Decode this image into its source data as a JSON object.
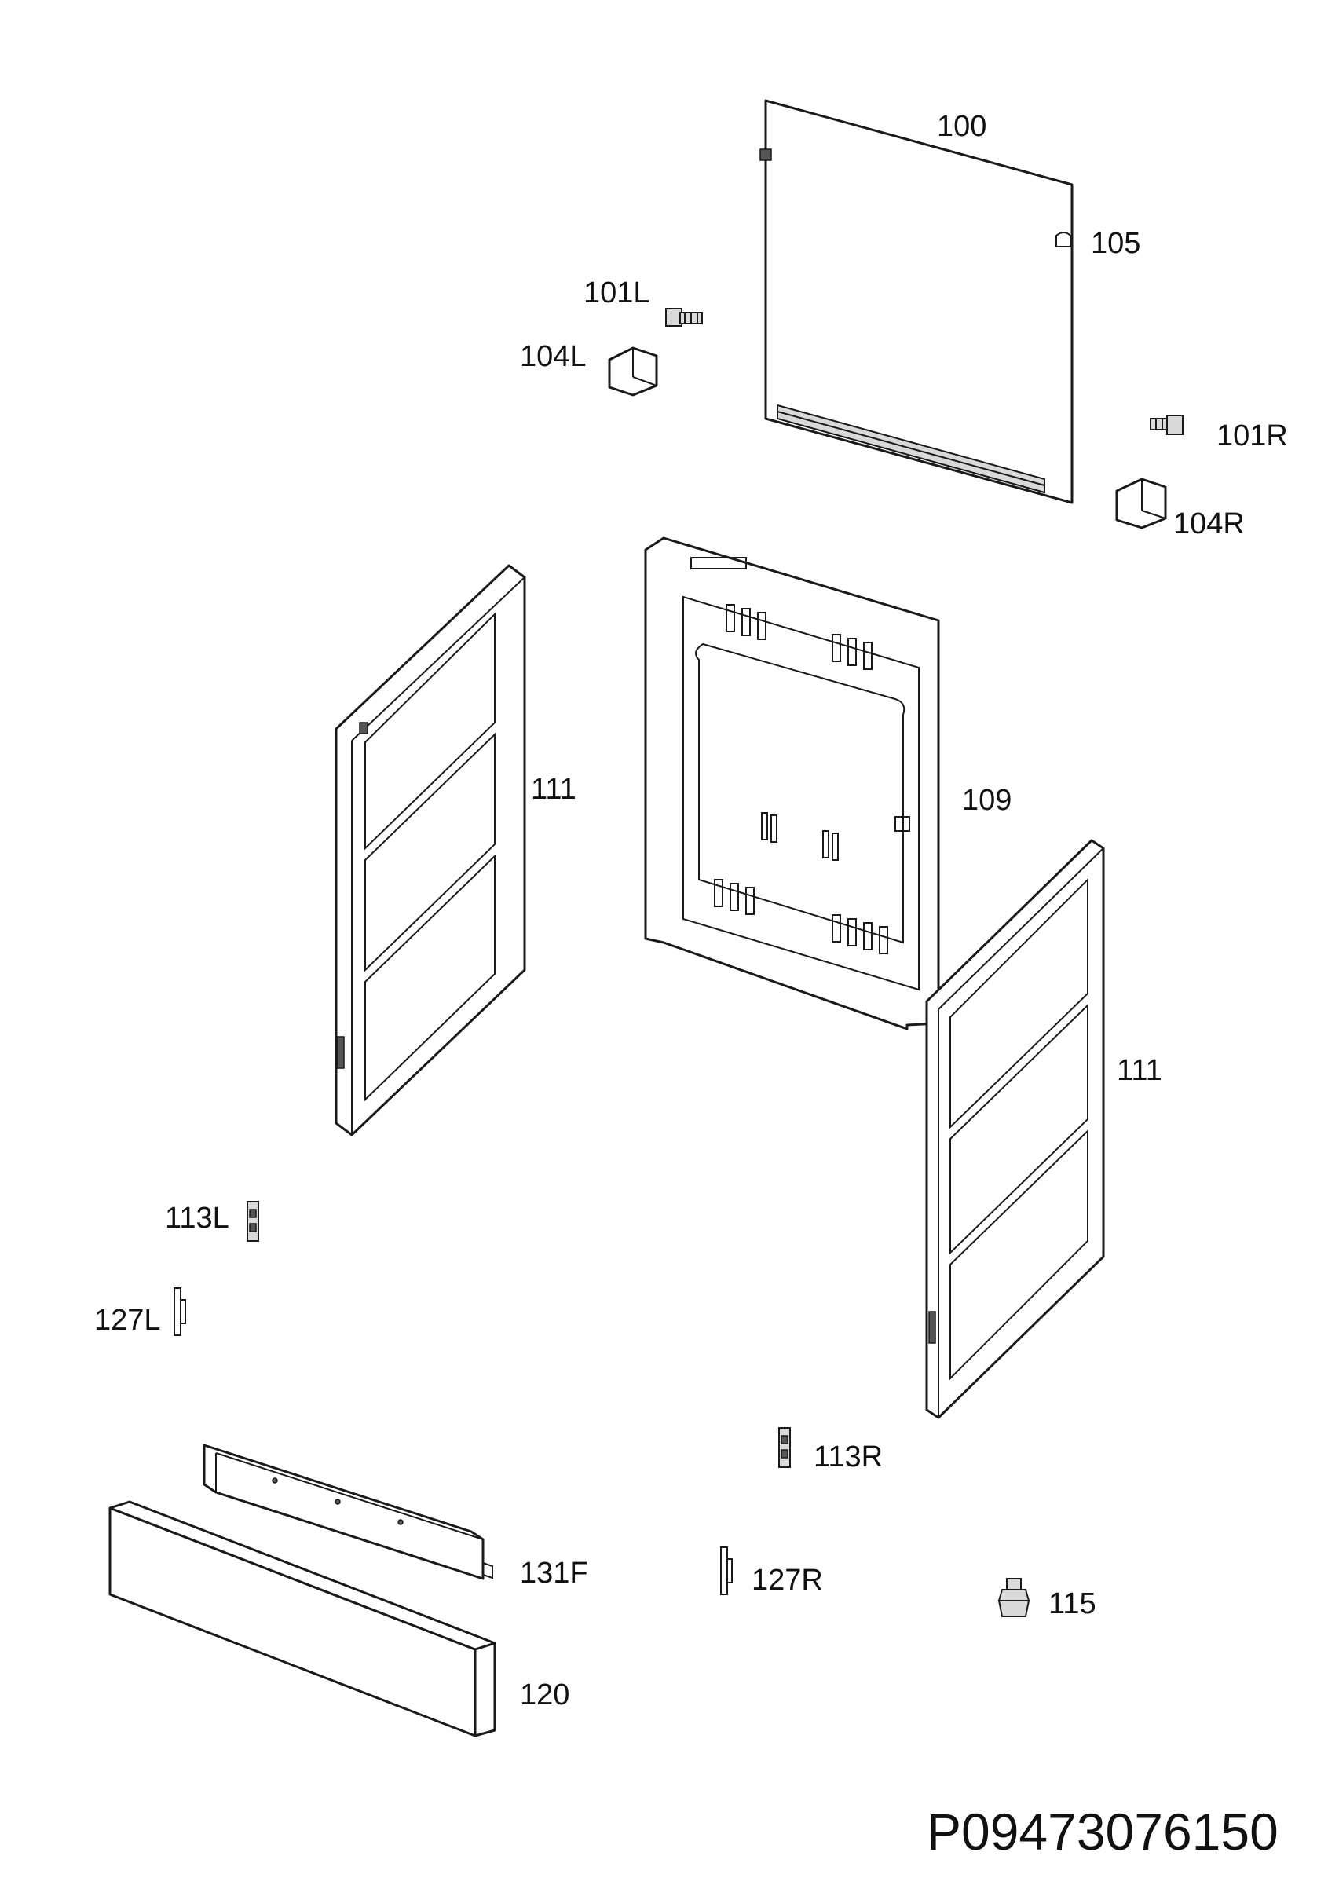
{
  "labels": {
    "p100": "100",
    "p105": "105",
    "p101L": "101L",
    "p104L": "104L",
    "p101R": "101R",
    "p104R": "104R",
    "p111_left": "111",
    "p109": "109",
    "p111_right": "111",
    "p113L": "113L",
    "p127L": "127L",
    "p113R": "113R",
    "p131F": "131F",
    "p127R": "127R",
    "p115": "115",
    "p120": "120"
  },
  "document_number": "P09473076150"
}
